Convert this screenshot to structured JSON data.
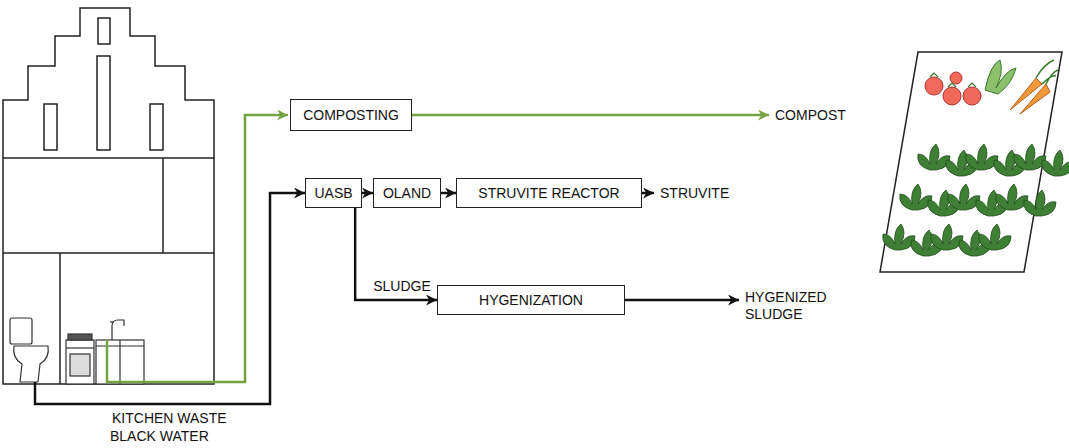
{
  "diagram": {
    "nodes": [
      {
        "text": [
          "COMPOSTING"
        ]
      },
      {
        "text": [
          "COMPOST"
        ]
      },
      {
        "text": [
          "UASB"
        ]
      },
      {
        "text": [
          "OLAND"
        ]
      },
      {
        "text": [
          "STRUVITE REACTOR"
        ]
      },
      {
        "text": [
          "STRUVITE"
        ]
      },
      {
        "text": [
          "HYGENIZATION"
        ]
      },
      {
        "text": [
          "HYGENIZED SLUDGE"
        ]
      }
    ],
    "edges": [
      {
        "from": 0,
        "to": 1,
        "arrow": "to"
      },
      {
        "from": 2,
        "to": 3,
        "arrow": "to"
      },
      {
        "from": 3,
        "to": 4,
        "arrow": "to"
      },
      {
        "from": 4,
        "to": 5,
        "arrow": "to"
      },
      {
        "from": 2,
        "to": 6,
        "label": "SLUDGE",
        "arrow": "to"
      },
      {
        "from": 6,
        "to": 7,
        "arrow": "to"
      }
    ],
    "labels": [
      "KITCHEN WASTE",
      "BLACK WATER"
    ]
  }
}
